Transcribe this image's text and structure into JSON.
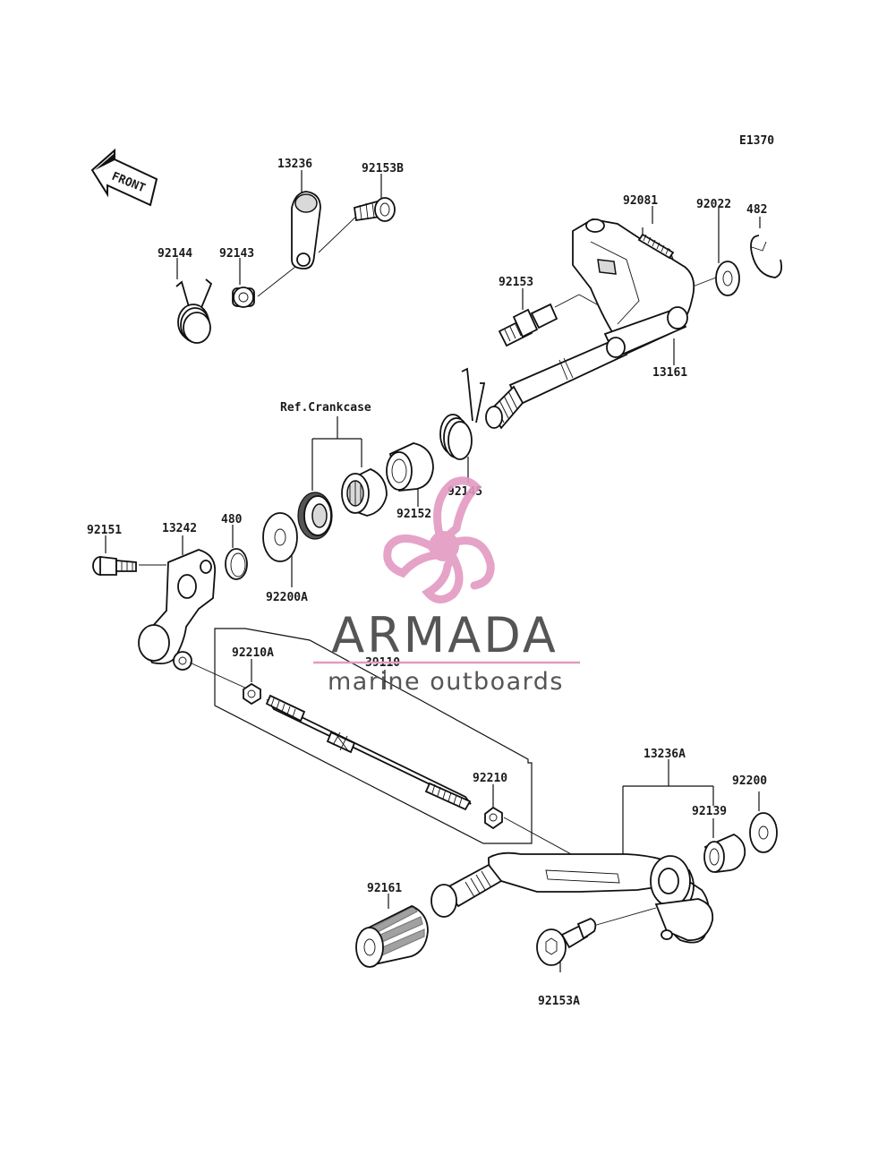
{
  "diagram_code": "E1370",
  "front_label": "FRONT",
  "reference": "Ref.Crankcase",
  "parts": {
    "p13236": "13236",
    "p92153B": "92153B",
    "p92144": "92144",
    "p92143": "92143",
    "p92081": "92081",
    "p482": "482",
    "p92022": "92022",
    "p92153": "92153",
    "p13161": "13161",
    "p92145": "92145",
    "p92152": "92152",
    "p92151": "92151",
    "p13242": "13242",
    "p480": "480",
    "p92200A": "92200A",
    "p92210A": "92210A",
    "p39110": "39110",
    "p92210": "92210",
    "p13236A": "13236A",
    "p92200": "92200",
    "p92139": "92139",
    "p92161": "92161",
    "p92153A": "92153A"
  },
  "watermark": {
    "brand": "ARMADA",
    "tagline": "marine outboards",
    "color_text": "#555555",
    "color_logo": "#e39ac3"
  }
}
